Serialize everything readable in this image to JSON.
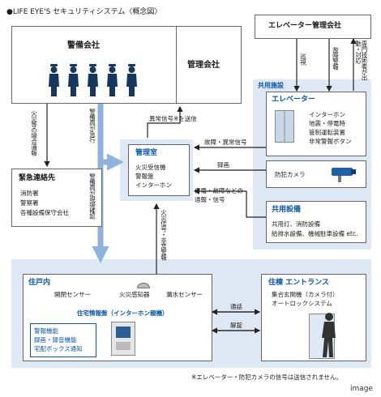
{
  "title": "●LIFE EYE'S セキュリティシステム〈概念図〉",
  "security_company": "警備会社",
  "management_company": "管理会社",
  "elevator_company": "エレベーター管理会社",
  "shared_facilities": "共用施設",
  "elevator": {
    "title": "エレベーター",
    "items": [
      "インターホン",
      "地震・停電時",
      "管制運転装置",
      "非常警報ボタン"
    ]
  },
  "security_camera": "防犯カメラ",
  "shared_equipment": {
    "title": "共用設備",
    "items": [
      "共用灯、消防設備",
      "給排水設備、機械駐車設備 etc."
    ]
  },
  "management_office": {
    "title": "管理室",
    "items": [
      "火災受信機",
      "警報盤",
      "インターホン"
    ]
  },
  "emergency_contacts": {
    "title": "緊急連絡先",
    "items": [
      "消防署",
      "警察署",
      "各種設備保守会社"
    ]
  },
  "dwelling": {
    "title": "住戸内",
    "sensors": [
      "開閉センサー",
      "火災感知器",
      "漏水センサー"
    ],
    "panel_title": "住宅情報盤（インターホン親機）",
    "panel_items": [
      "警報機能",
      "録画・録音機能",
      "宅配ボックス通知"
    ]
  },
  "entrance": {
    "title": "住棟 エントランス",
    "items": [
      "集合玄関機（カメラ付）",
      "オートロックシステム"
    ]
  },
  "labels": {
    "fire_notify": "火災等の場合通報",
    "guard_dispatch": "警備員が急行",
    "guard_confirm": "警備員が現場確認",
    "abnormal_signal": "異常信号※を送信",
    "fire_signal": "火災信号・非常警報",
    "elev_fault": "故障・異常信号",
    "recording": "録画",
    "equipment_signal": "停電・故障などの通報・信号",
    "inspection": "巡視",
    "fault_alarm": "故障警報",
    "technician": "専門技術者が出動・対応",
    "talk": "通話",
    "unlock": "解錠"
  },
  "footnote": "※エレベーター・防犯カメラの信号は送信されません。",
  "watermark": "image",
  "colors": {
    "panel_bg": "#dfe9f6",
    "accent_blue": "#0a58a8",
    "arrow": "#222222",
    "wide_arrow": "#8eb4de"
  }
}
